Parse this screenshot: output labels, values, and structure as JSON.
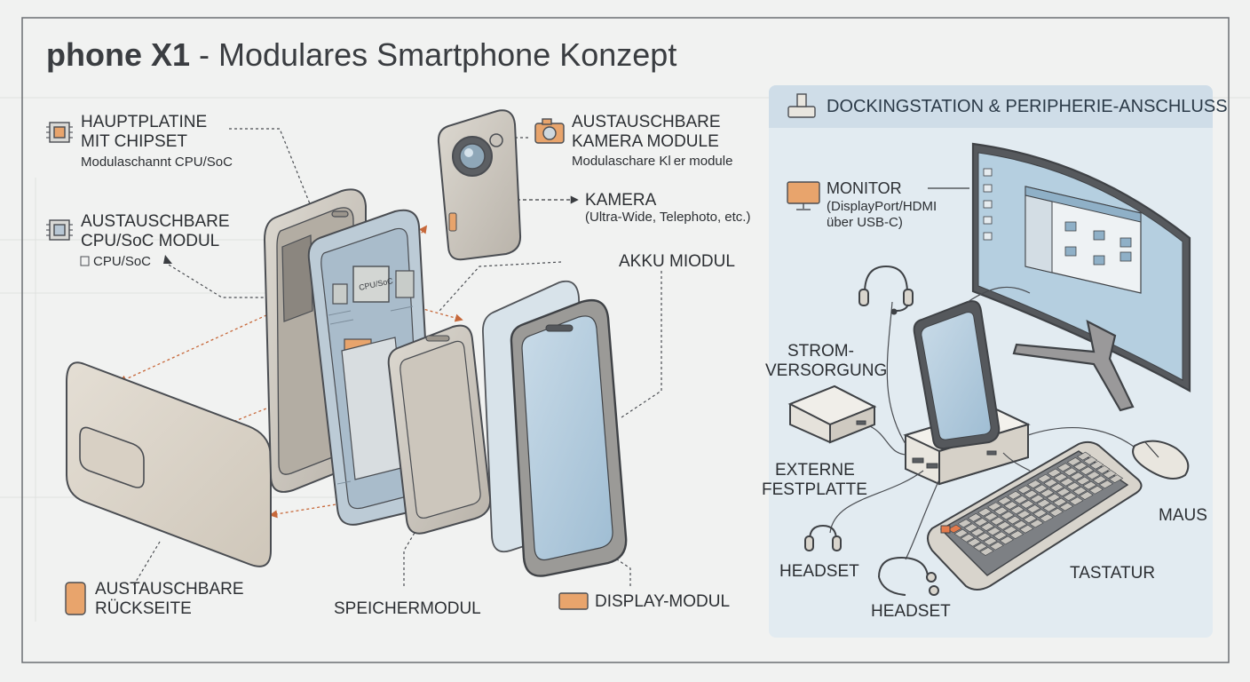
{
  "title": {
    "brand": "phone X1",
    "rest": " - Modulares Smartphone Konzept"
  },
  "left_labels": {
    "hauptplatine": {
      "line1": "HAUPTPLATINE",
      "line2": "MIT CHIPSET",
      "sub": "Modulaschannt CPU/SoC"
    },
    "cpu": {
      "line1": "AUSTAUSCHBARE",
      "line2": "CPU/SoC MODUL",
      "sub": "CPU/SoC"
    },
    "rueckseite": {
      "line1": "AUSTAUSCHBARE",
      "line2": "RÜCKSEITE"
    },
    "kamera_module": {
      "line1": "AUSTAUSCHBARE",
      "line2": "KAMERA MODULE",
      "sub": "Modulaschare Kl er module"
    },
    "kamera": {
      "line1": "KAMERA",
      "sub": "(Ultra-Wide, Telephoto, etc.)"
    },
    "akku": "AKKU MIODUL",
    "speicher": "SPEICHERMODUL",
    "display": "DISPLAY-MODUL",
    "chip_marking": "CPU/SoC"
  },
  "panel": {
    "header": "DOCKINGSTATION & PERIPHERIE-ANSCHLUSS",
    "monitor": {
      "line1": "MONITOR",
      "line2": "(DisplayPort/HDMI",
      "line3": "über USB-C)"
    },
    "strom": {
      "line1": "STROM-",
      "line2": "VERSORGUNG"
    },
    "festplatte": {
      "line1": "EXTERNE",
      "line2": "FESTPLATTE"
    },
    "headset1": "HEADSET",
    "headset2": "HEADSET",
    "tastatur": "TASTATUR",
    "maus": "MAUS"
  },
  "colors": {
    "accent_orange": "#e8a46c",
    "panel_bg": "#e2ebf1",
    "panel_header": "#cfdde8",
    "line": "#4a4d52",
    "arrow_dashed": "#c7683a"
  }
}
